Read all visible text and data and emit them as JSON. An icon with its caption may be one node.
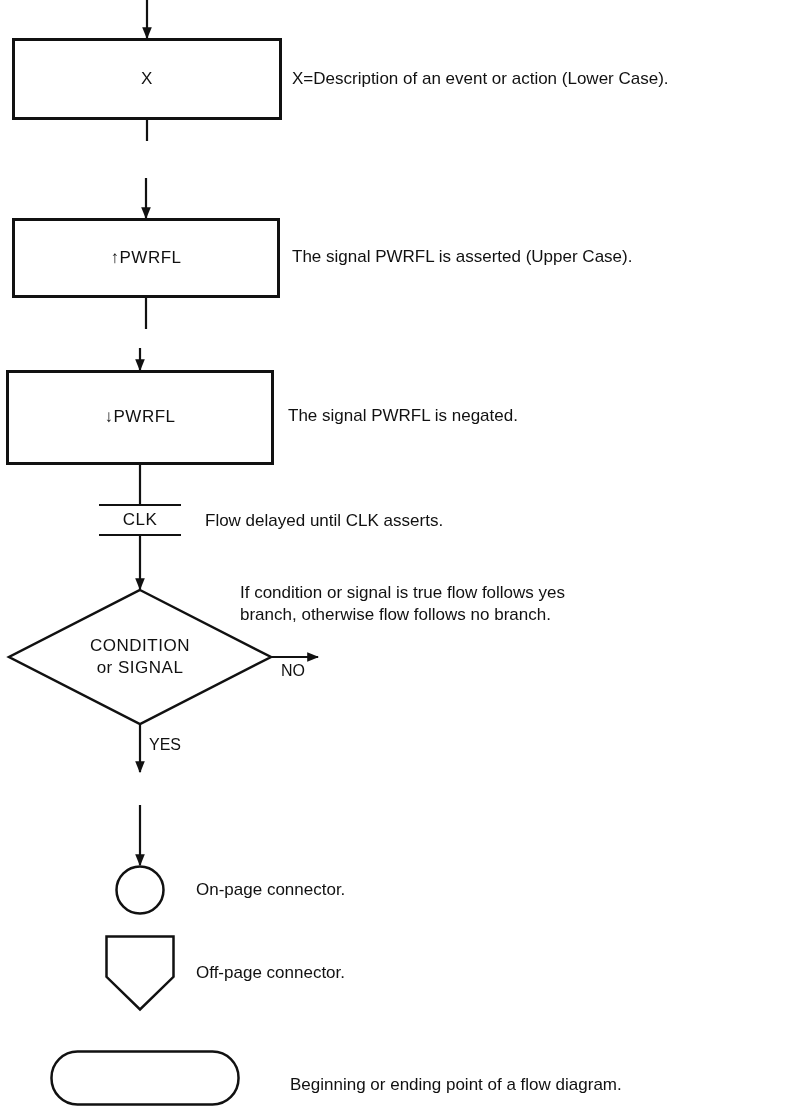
{
  "diagram": {
    "nodes": [
      {
        "text": [
          "X"
        ],
        "beside": [
          "X=Description of an event or action (Lower Case)."
        ]
      },
      {
        "text": [
          "↑PWRFL"
        ],
        "beside": [
          "The signal PWRFL is asserted (Upper Case)."
        ]
      },
      {
        "text": [
          "↓PWRFL"
        ],
        "beside": [
          "The signal PWRFL is negated."
        ]
      },
      {
        "text": [
          "CLK"
        ],
        "beside": [
          "Flow delayed until CLK asserts."
        ]
      },
      {
        "text": [
          "CONDITION or SIGNAL"
        ],
        "beside": [
          "If condition or signal is true flow follows yes branch, otherwise flow follows no branch."
        ]
      },
      {
        "text": [],
        "shape": "circle",
        "beside": [
          "On-page connector."
        ]
      },
      {
        "text": [],
        "shape": "pentagon",
        "beside": [
          "Off-page connector."
        ]
      },
      {
        "text": [],
        "shape": "stadium",
        "beside": [
          "Beginning or ending point of a flow diagram."
        ]
      }
    ],
    "edges": [
      {
        "from": null,
        "to": 0,
        "arrow": "to"
      },
      {
        "from": 0,
        "to": null,
        "arrow": "none"
      },
      {
        "from": null,
        "to": 1,
        "arrow": "to"
      },
      {
        "from": 1,
        "to": null,
        "arrow": "none"
      },
      {
        "from": null,
        "to": 2,
        "arrow": "to"
      },
      {
        "from": 2,
        "to": 3,
        "arrow": "none"
      },
      {
        "from": 3,
        "to": 4,
        "arrow": "to"
      },
      {
        "from": 4,
        "to": null,
        "arrow": "to",
        "label": "NO"
      },
      {
        "from": 4,
        "to": null,
        "arrow": "to",
        "label": "YES"
      },
      {
        "from": null,
        "to": 5,
        "arrow": "to"
      }
    ]
  }
}
